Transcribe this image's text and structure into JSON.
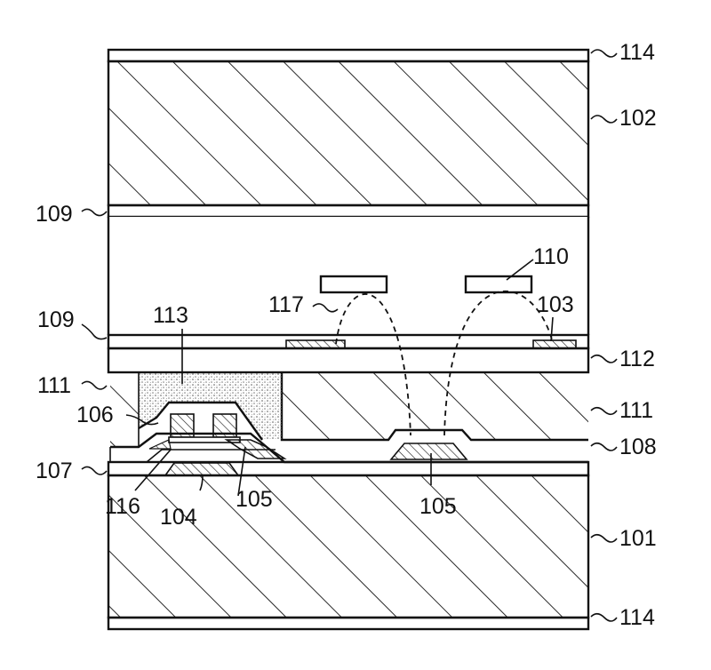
{
  "labels": {
    "l114_top": "114",
    "l102": "102",
    "l109_top": "109",
    "l110": "110",
    "l117": "117",
    "l103": "103",
    "l109_mid": "109",
    "l113": "113",
    "l112": "112",
    "l111_left": "111",
    "l111_right": "111",
    "l106": "106",
    "l108": "108",
    "l107": "107",
    "l116": "116",
    "l104": "104",
    "l105_left": "105",
    "l105_right": "105",
    "l101": "101",
    "l114_bottom": "114"
  }
}
